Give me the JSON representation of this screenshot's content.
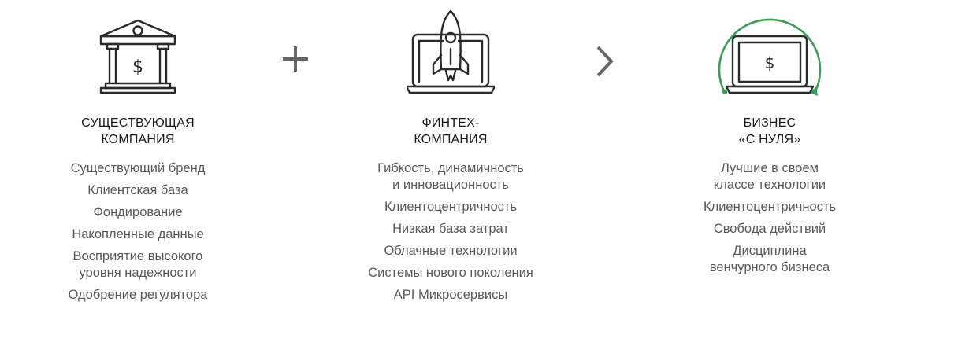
{
  "colors": {
    "icon_stroke": "#2b2b2b",
    "accent_green": "#3a9e57",
    "operator": "#666666",
    "item_text": "#595959",
    "title_text": "#1a1a1a"
  },
  "operators": {
    "plus_icon": "plus-icon",
    "chevron_icon": "chevron-right-icon"
  },
  "columns": [
    {
      "icon": "bank-icon",
      "title": [
        "СУЩЕСТВУЮЩАЯ",
        "КОМПАНИЯ"
      ],
      "items": [
        [
          "Существующий бренд"
        ],
        [
          "Клиентская база"
        ],
        [
          "Фондирование"
        ],
        [
          "Накопленные данные"
        ],
        [
          "Восприятие высокого",
          "уровня надежности"
        ],
        [
          "Одобрение регулятора"
        ]
      ]
    },
    {
      "icon": "rocket-laptop-icon",
      "title": [
        "ФИНТЕХ-",
        "КОМПАНИЯ"
      ],
      "items": [
        [
          "Гибкость, динамичность",
          "и инновационность"
        ],
        [
          "Клиентоцентричность"
        ],
        [
          "Низкая база затрат"
        ],
        [
          "Облачные технологии"
        ],
        [
          "Системы нового поколения"
        ],
        [
          "API Микросервисы"
        ]
      ]
    },
    {
      "icon": "laptop-cycle-icon",
      "title": [
        "БИЗНЕС",
        "«С НУЛЯ»"
      ],
      "items": [
        [
          "Лучшие в своем",
          "классе технологии"
        ],
        [
          "Клиентоцентричность"
        ],
        [
          "Свобода действий"
        ],
        [
          "Дисциплина",
          "венчурного бизнеса"
        ]
      ]
    }
  ]
}
